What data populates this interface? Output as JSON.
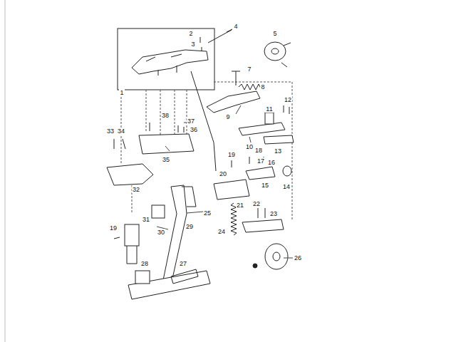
{
  "diagram": {
    "labels": [
      "4",
      "5",
      "2",
      "3",
      "7",
      "8",
      "12",
      "1",
      "11",
      "9",
      "38",
      "37",
      "33",
      "34",
      "36",
      "10",
      "13",
      "18",
      "35",
      "19",
      "17",
      "16",
      "20",
      "32",
      "14",
      "15",
      "21",
      "22",
      "25",
      "23",
      "29",
      "19",
      "31",
      "30",
      "24",
      "26",
      "28",
      "27"
    ]
  }
}
